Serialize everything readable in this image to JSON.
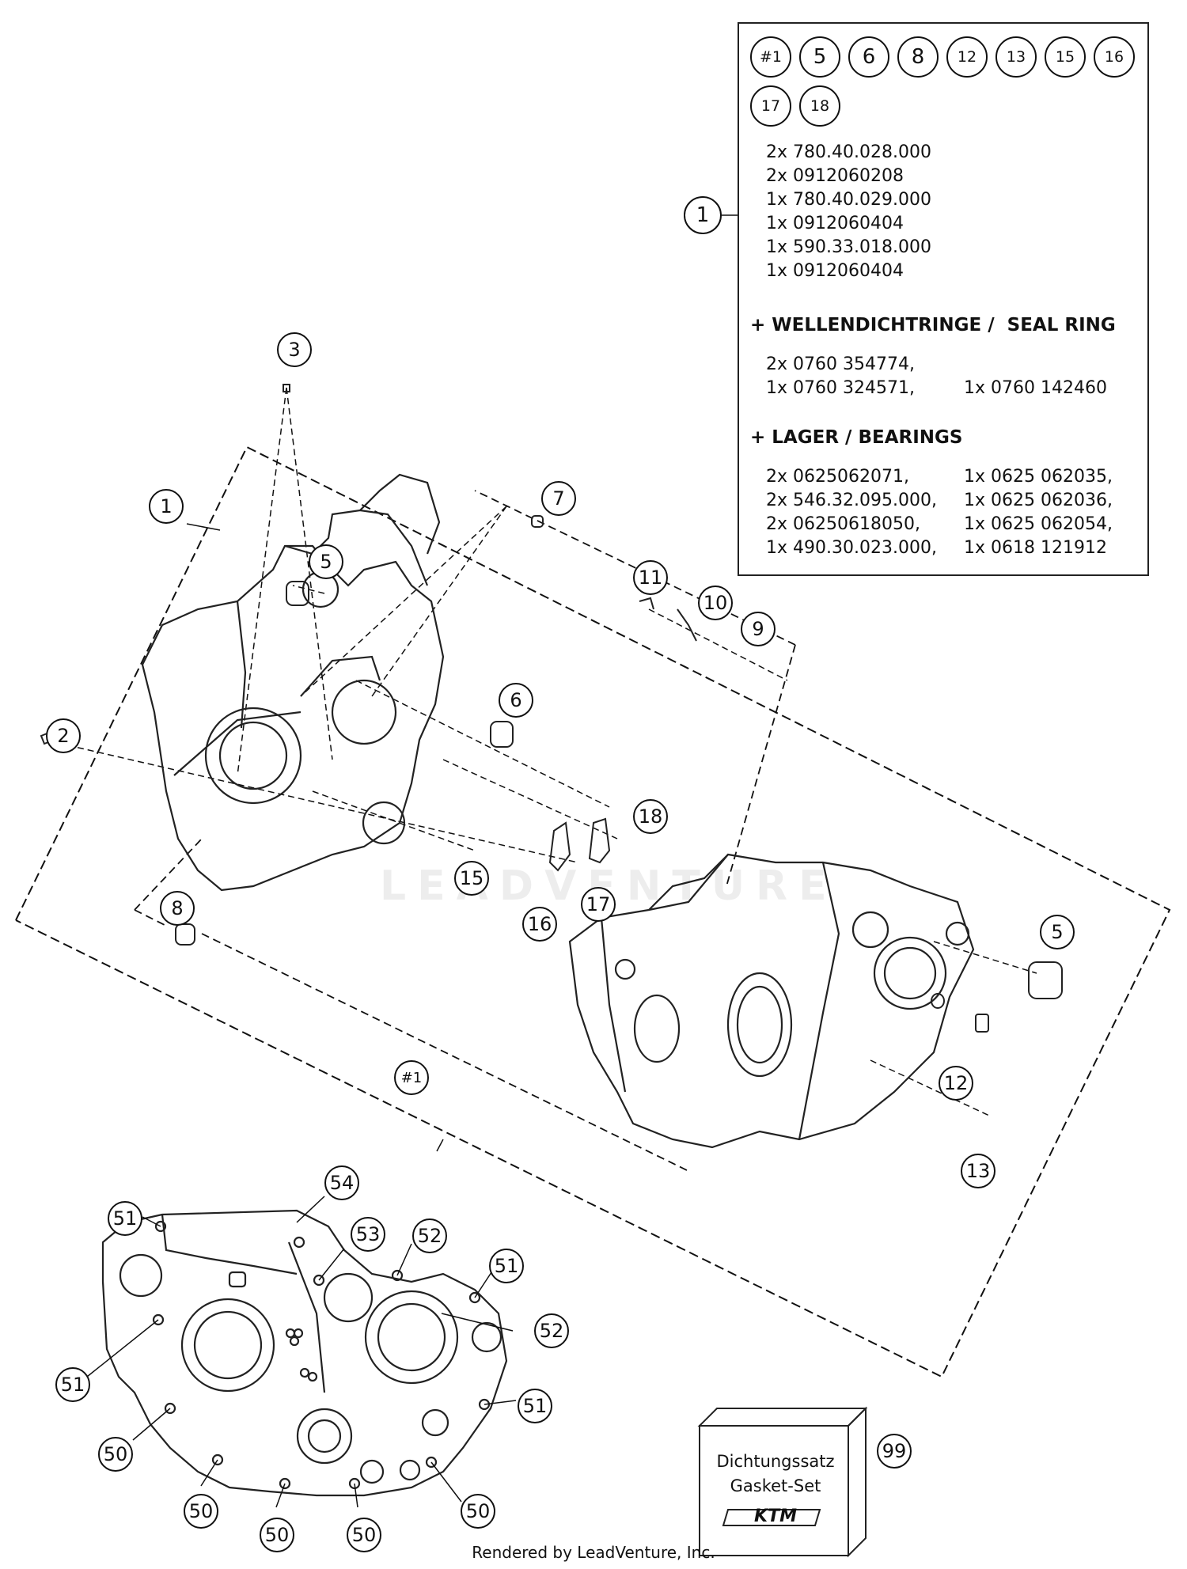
{
  "callouts": {
    "c1_main": "1",
    "c3": "3",
    "c2": "2",
    "c5_left": "5",
    "c7": "7",
    "c11": "11",
    "c10": "10",
    "c9": "9",
    "c6": "6",
    "c18": "18",
    "c15": "15",
    "c16": "16",
    "c17": "17",
    "c8": "8",
    "c5_right": "5",
    "c12": "12",
    "c13": "13",
    "c1_hash": "#1",
    "c54": "54",
    "c51_a": "51",
    "c53": "53",
    "c52_a": "52",
    "c51_b": "51",
    "c52_b": "52",
    "c51_c": "51",
    "c51_d": "51",
    "c50_a": "50",
    "c50_b": "50",
    "c50_c": "50",
    "c50_d": "50",
    "c50_e": "50",
    "c99": "99"
  },
  "kit": {
    "badges_row1": [
      "#1",
      "5",
      "6",
      "8",
      "12",
      "13",
      "15",
      "16"
    ],
    "badges_row2": [
      "17",
      "18"
    ],
    "callout": "1",
    "parts": [
      "2x 780.40.028.000",
      "2x 0912060208",
      "1x 780.40.029.000",
      "1x 0912060404",
      "1x 590.33.018.000",
      "1x 0912060404"
    ],
    "seal_heading": "+ WELLENDICHTRINGE /  SEAL RING",
    "seal_lines": [
      "2x 0760 354774,",
      "1x 0760 324571,",
      "1x 0760 142460"
    ],
    "bearing_heading": "+ LAGER / BEARINGS",
    "bearing_left": [
      "2x 0625062071,",
      "2x 546.32.095.000,",
      "2x 06250618050,",
      "1x 490.30.023.000,"
    ],
    "bearing_right": [
      "1x 0625 062035,",
      "1x 0625 062036,",
      "1x 0625 062054,",
      "1x 0618 121912"
    ]
  },
  "gasket_box": {
    "line1": "Dichtungssatz",
    "line2": "Gasket-Set",
    "brand": "KTM"
  },
  "watermark": "LEADVENTURE",
  "footer": "Rendered by LeadVenture, Inc."
}
